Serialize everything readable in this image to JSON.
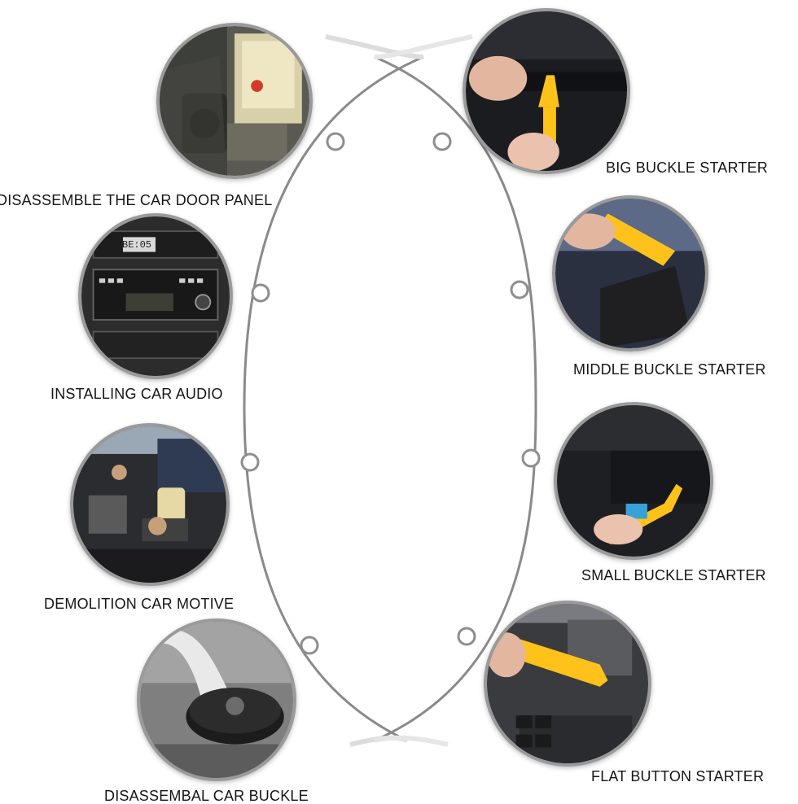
{
  "uses": [
    {
      "id": "door-panel",
      "label": "DISASSEMBLE THE CAR DOOR PANEL",
      "photo_icon": "car-door-photo-icon"
    },
    {
      "id": "car-audio",
      "label": "INSTALLING CAR AUDIO",
      "photo_icon": "car-radio-photo-icon",
      "radio_display": "BE:05"
    },
    {
      "id": "car-motive",
      "label": "DEMOLITION CAR MOTIVE",
      "photo_icon": "engine-bay-photo-icon"
    },
    {
      "id": "car-buckle",
      "label": "DISASSEMBAL CAR BUCKLE",
      "photo_icon": "buckle-clip-photo-icon"
    }
  ],
  "tools": [
    {
      "id": "big",
      "label": "BIG BUCKLE STARTER",
      "photo_icon": "big-pry-tool-photo-icon"
    },
    {
      "id": "middle",
      "label": "MIDDLE BUCKLE STARTER",
      "photo_icon": "middle-pry-tool-photo-icon"
    },
    {
      "id": "small",
      "label": "SMALL BUCKLE STARTER",
      "photo_icon": "small-pry-tool-photo-icon"
    },
    {
      "id": "flat",
      "label": "FLAT BUTTON STARTER",
      "photo_icon": "flat-pry-tool-photo-icon"
    }
  ],
  "colors": {
    "tool_yellow": "#ffc21a",
    "frame_gray": "#9a9a9a",
    "arc_gray": "#8a8a8a"
  }
}
